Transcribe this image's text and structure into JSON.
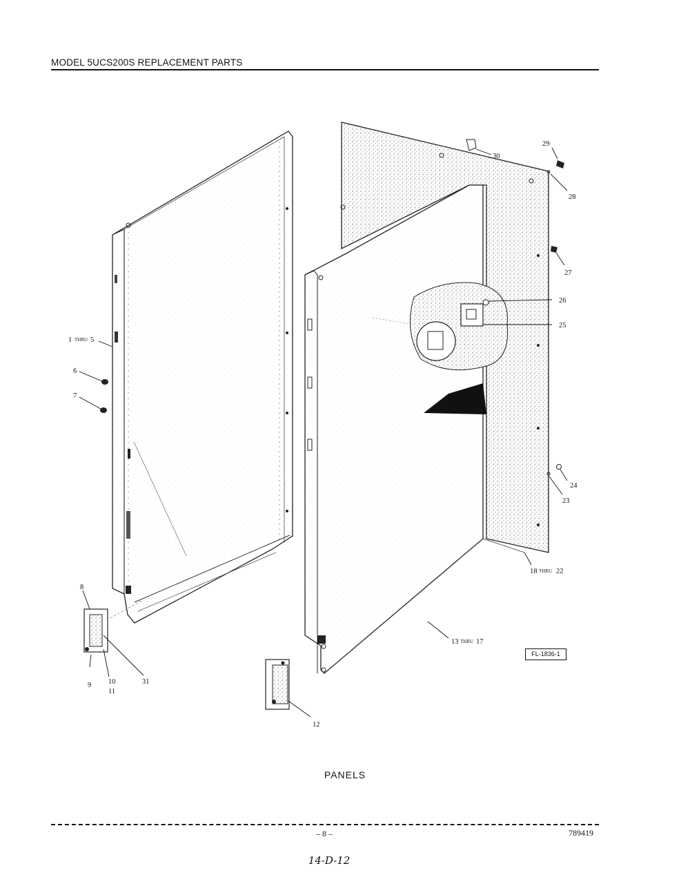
{
  "header": {
    "title": "MODEL 5UCS200S REPLACEMENT PARTS"
  },
  "callouts": {
    "c1": "1",
    "c1_thru": "THRU",
    "c5": "5",
    "c6": "6",
    "c7": "7",
    "c8": "8",
    "c9": "9",
    "c10": "10",
    "c11": "11",
    "c12": "12",
    "c13": "13",
    "c13_thru": "THRU",
    "c17": "17",
    "c18": "18",
    "c18_thru": "THRU",
    "c22": "22",
    "c23": "23",
    "c24": "24",
    "c25": "25",
    "c26": "26",
    "c27": "27",
    "c28": "28",
    "c29": "29",
    "c30": "30",
    "c31": "31"
  },
  "figure_id": "FL-1836-1",
  "caption": "PANELS",
  "footer": {
    "page_number": "– 8 –",
    "document_number": "789419"
  },
  "handwritten_note": "14-D-12"
}
